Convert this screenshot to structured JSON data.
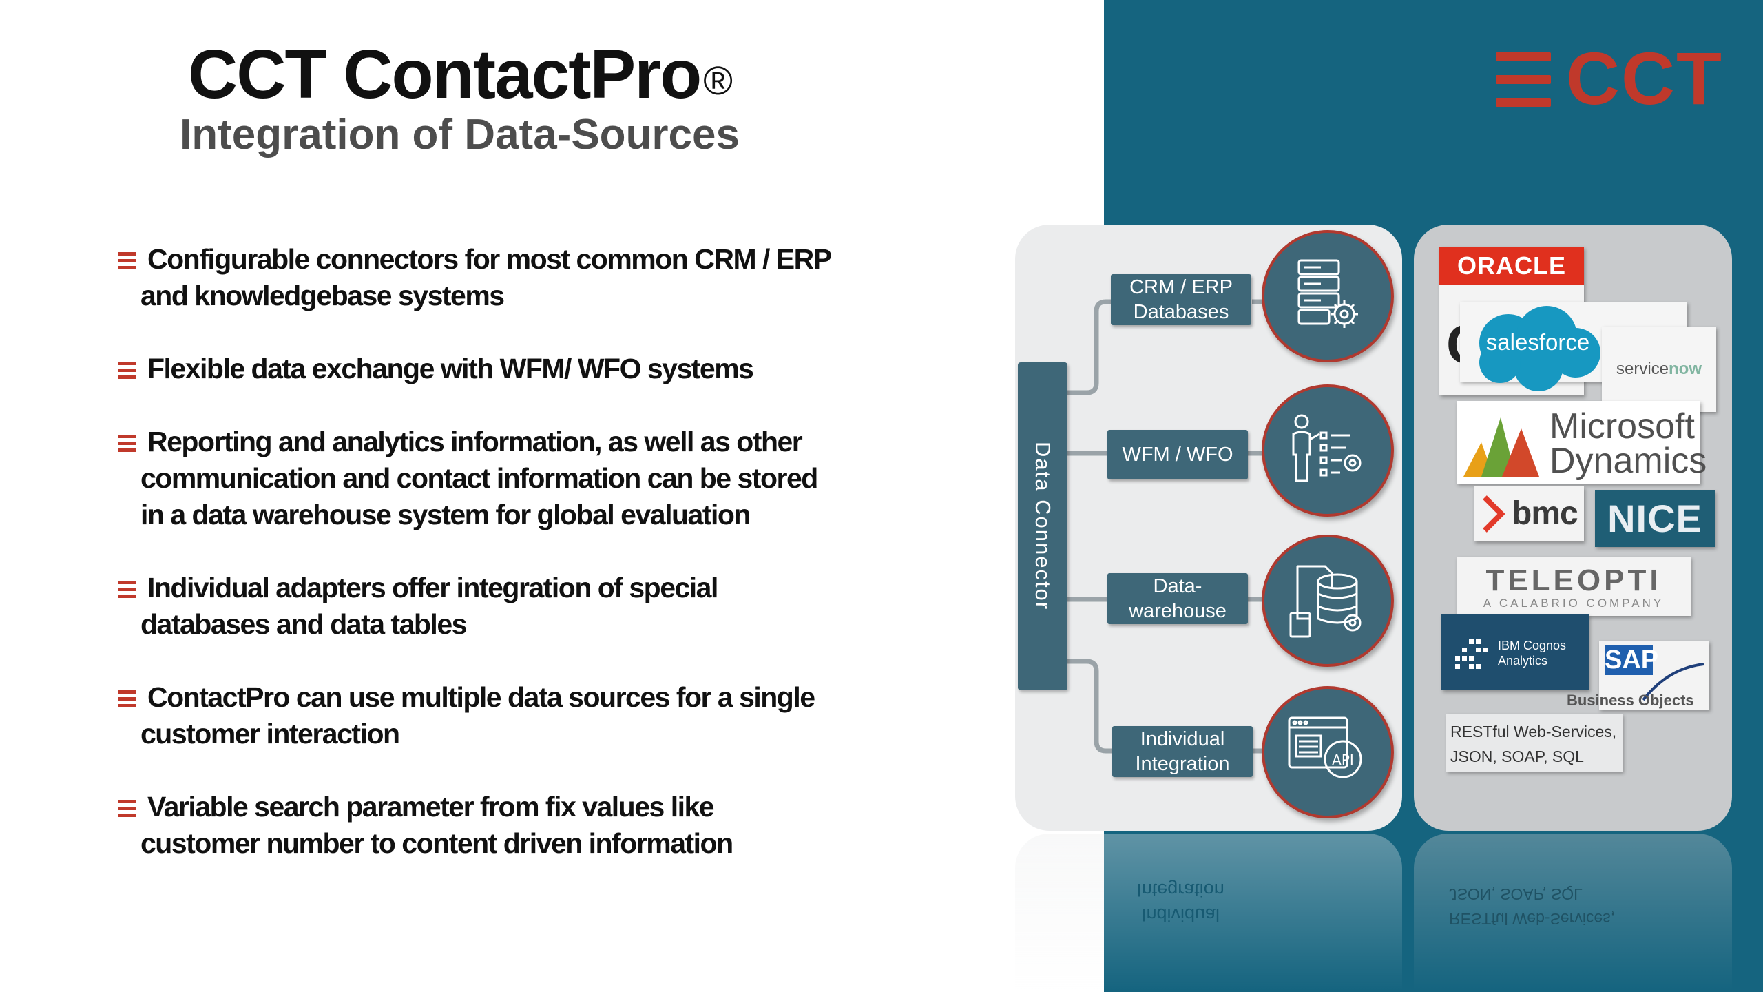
{
  "slide": {
    "title": "CCT ContactPro",
    "title_mark": "®",
    "subtitle": "Integration of Data-Sources",
    "brand_logo": "CCT",
    "colors": {
      "accent_red": "#c0392b",
      "teal": "#15647f",
      "node_blue": "#3e6778"
    }
  },
  "bullets": [
    {
      "text": "Configurable connectors for most common CRM / ERP and knowledgebase  systems"
    },
    {
      "text": "Flexible data exchange with WFM/ WFO systems"
    },
    {
      "text": "Reporting and analytics information, as well as other communication and contact information  can be stored in a data warehouse system for global evaluation"
    },
    {
      "text": "Individual adapters offer integration of special databases and data tables"
    },
    {
      "text": "ContactPro can use multiple data sources for a single customer interaction"
    },
    {
      "text": "Variable search parameter from fix values like customer number to content driven information"
    }
  ],
  "diagram": {
    "connector": "Data Connector",
    "nodes": [
      {
        "label": "CRM / ERP Databases",
        "icon": "server-gear-icon"
      },
      {
        "label": "WFM / WFO",
        "icon": "person-tasks-icon"
      },
      {
        "label": "Data-warehouse",
        "icon": "database-gear-icon"
      },
      {
        "label": "Individual Integration",
        "icon": "api-window-icon"
      }
    ]
  },
  "vendors": {
    "oracle": "ORACLE",
    "salesforce": "salesforce",
    "servicenow_a": "service",
    "servicenow_b": "now",
    "microsoft": "Microsoft",
    "dynamics": "Dynamics",
    "bmc": "bmc",
    "nice": "NICE",
    "teleopti": "TELEOPTI",
    "teleopti_sub": "A CALABRIO COMPANY",
    "cognos_a": "IBM Cognos",
    "cognos_b": "Analytics",
    "sap": "SAP",
    "business_objects": "Business Objects",
    "restful_a": "RESTful Web-Services,",
    "restful_b": "JSON, SOAP, SQL"
  }
}
